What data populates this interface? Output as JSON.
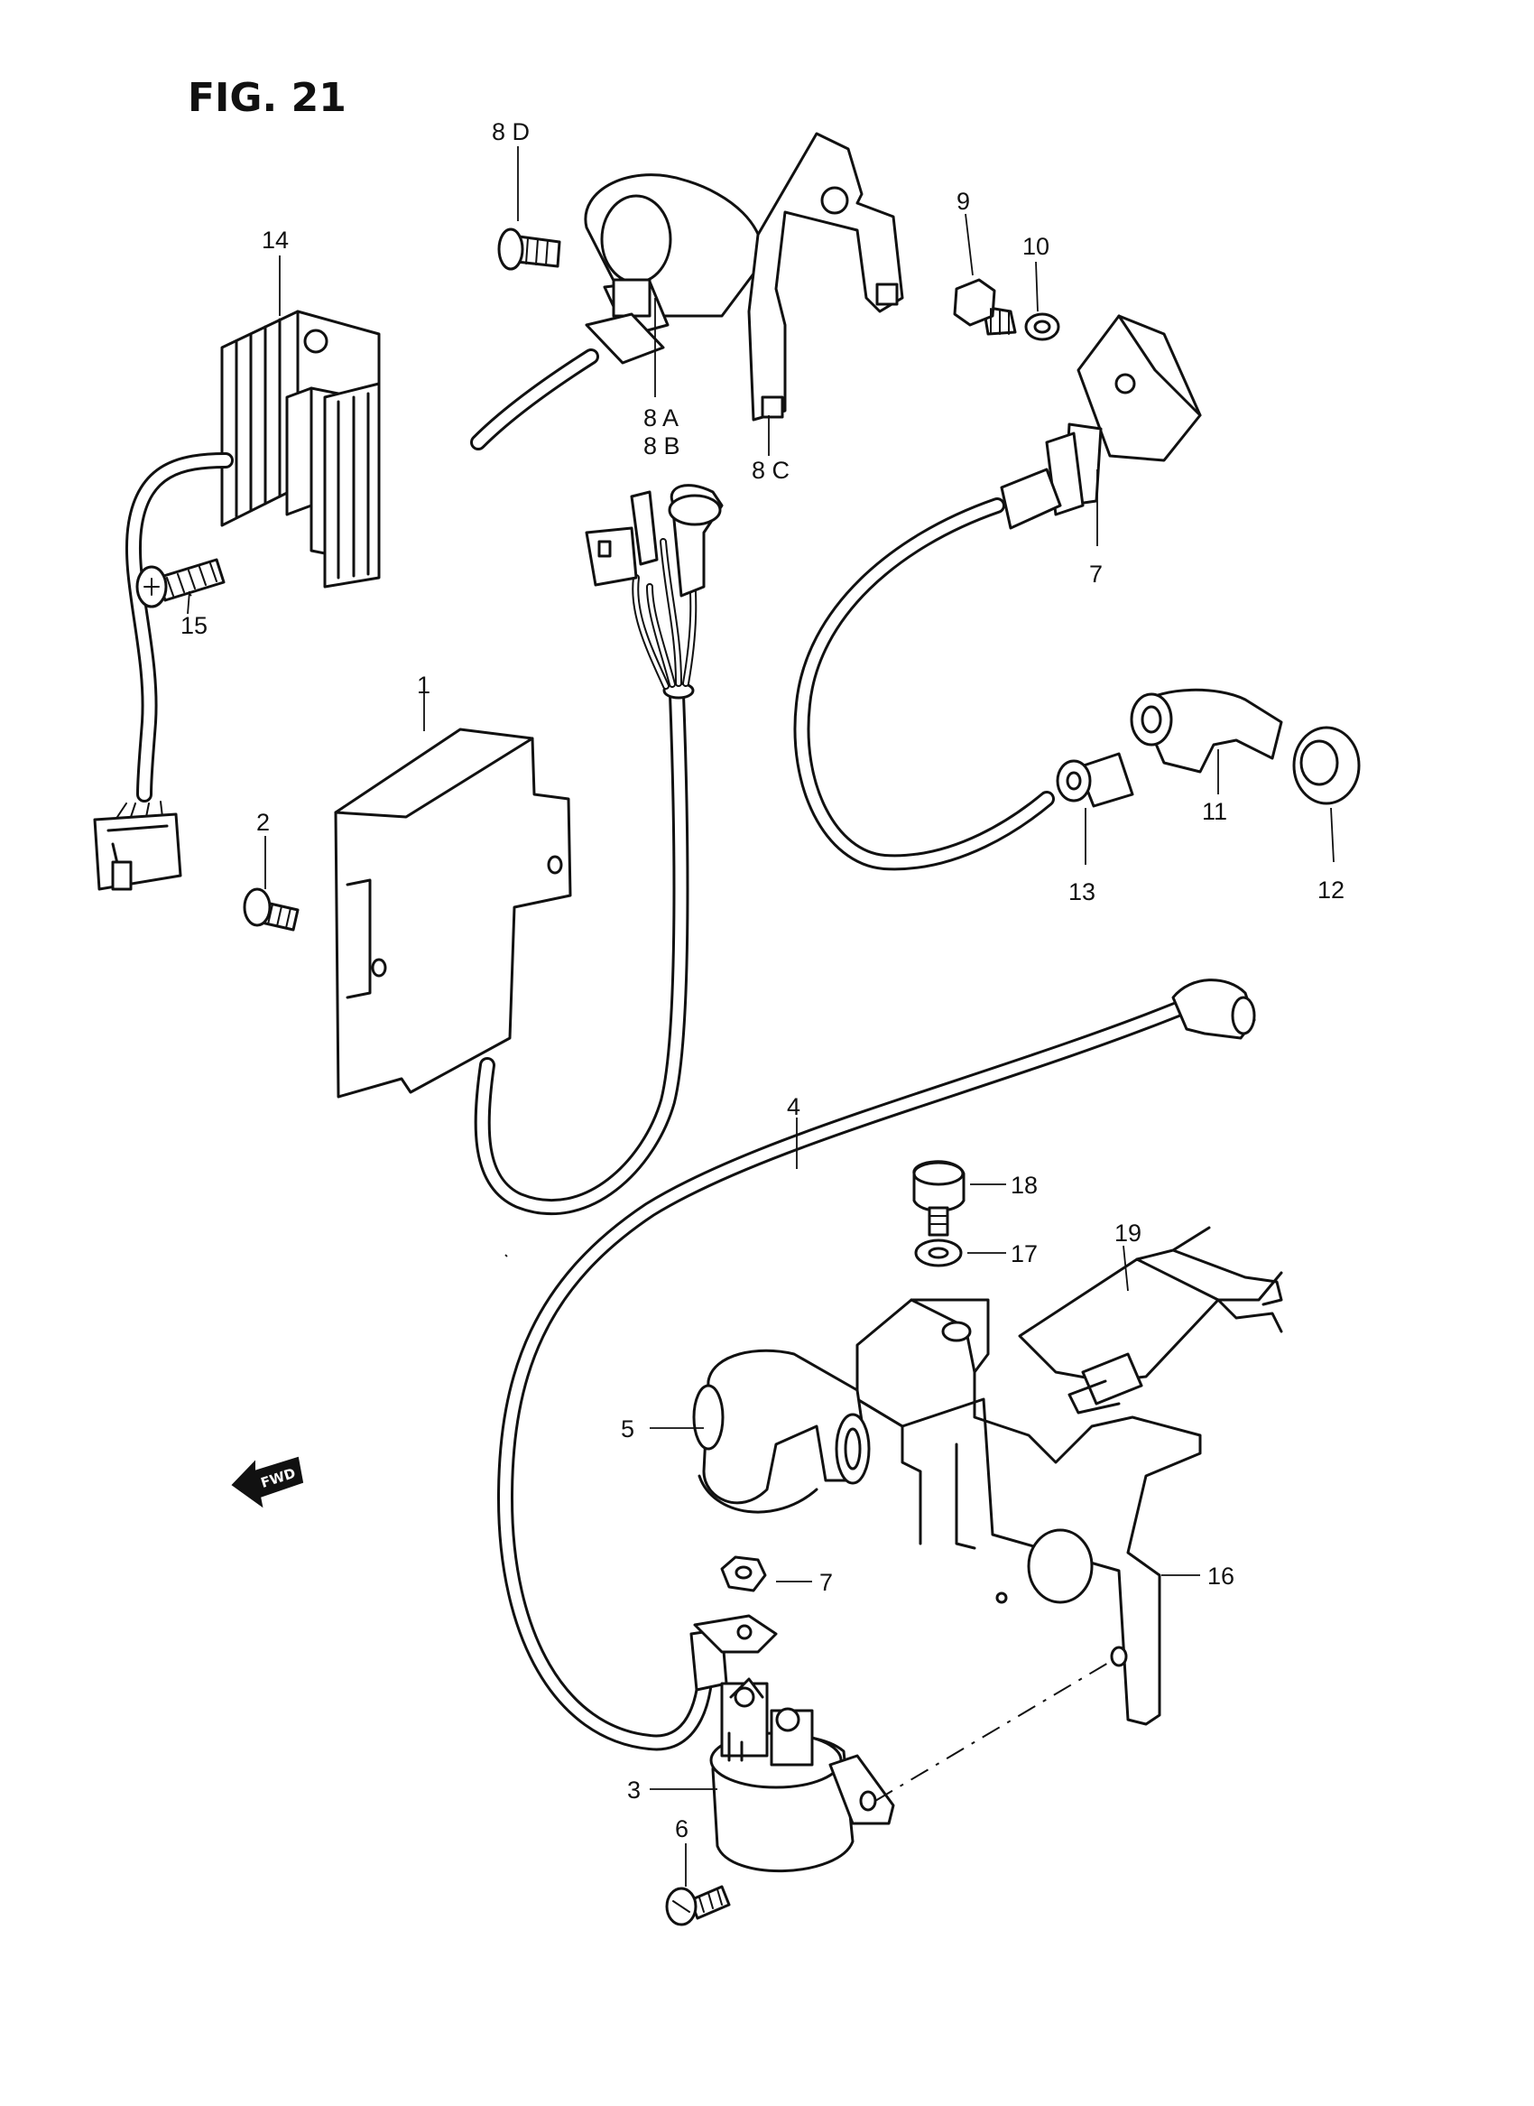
{
  "figure": {
    "title": "FIG. 21"
  },
  "fwd_label": "FWD",
  "callouts": [
    {
      "id": "1",
      "label": "1"
    },
    {
      "id": "2",
      "label": "2"
    },
    {
      "id": "3",
      "label": "3"
    },
    {
      "id": "4",
      "label": "4"
    },
    {
      "id": "5",
      "label": "5"
    },
    {
      "id": "6",
      "label": "6"
    },
    {
      "id": "7",
      "label": "7"
    },
    {
      "id": "8",
      "label": "8"
    },
    {
      "id": "8A",
      "label": "8 A"
    },
    {
      "id": "8B",
      "label": "8 B"
    },
    {
      "id": "8C",
      "label": "8 C"
    },
    {
      "id": "8D",
      "label": "8 D"
    },
    {
      "id": "9",
      "label": "9"
    },
    {
      "id": "10",
      "label": "10"
    },
    {
      "id": "11",
      "label": "11"
    },
    {
      "id": "12",
      "label": "12"
    },
    {
      "id": "13",
      "label": "13"
    },
    {
      "id": "14",
      "label": "14"
    },
    {
      "id": "15",
      "label": "15"
    },
    {
      "id": "16",
      "label": "16"
    },
    {
      "id": "17",
      "label": "17"
    },
    {
      "id": "18",
      "label": "18"
    },
    {
      "id": "19",
      "label": "19"
    }
  ]
}
